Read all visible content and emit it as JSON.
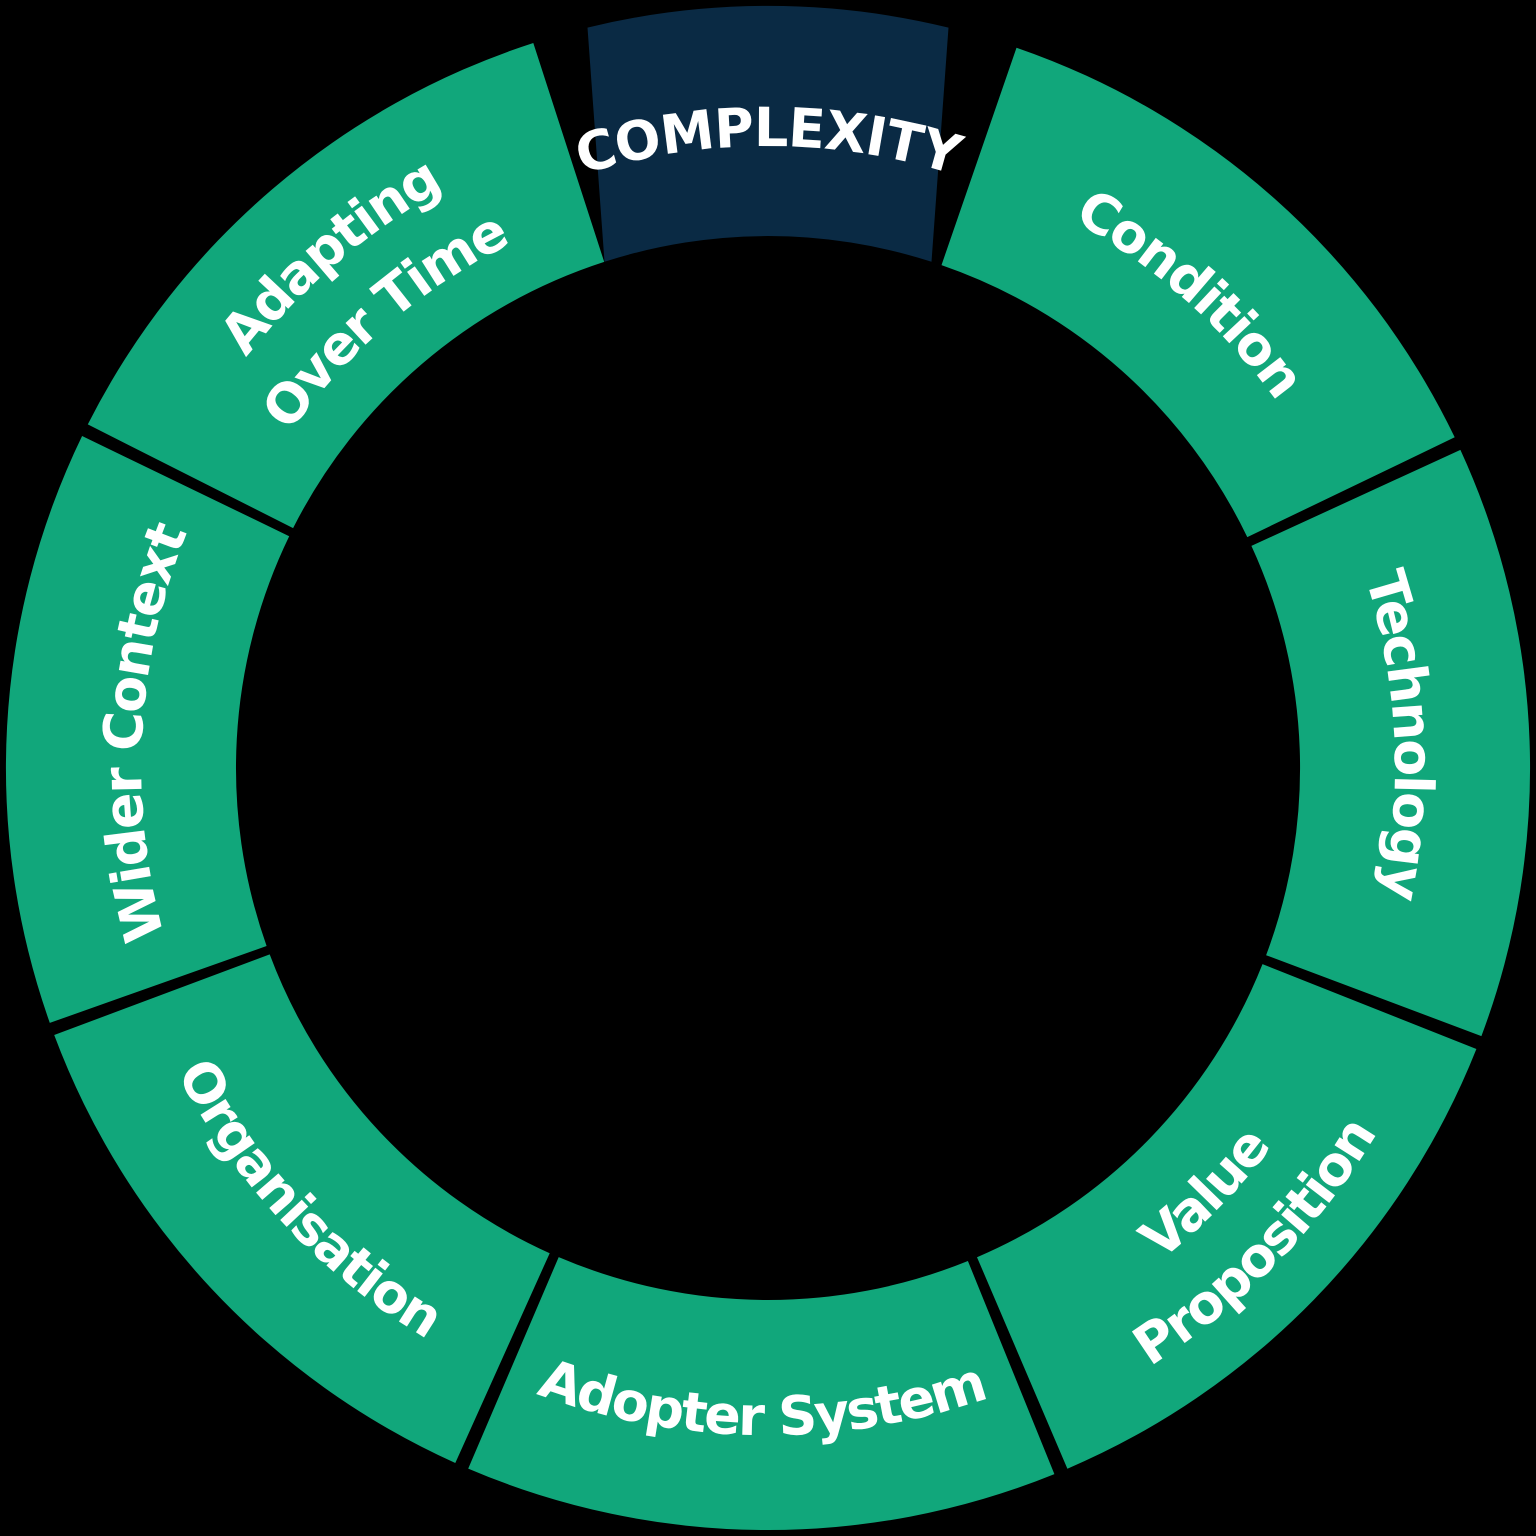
{
  "diagram": {
    "kind": "segmented-ring-wheel",
    "colors": {
      "background": "#000000",
      "segment_green": "#11A77B",
      "segment_highlight_navy": "#0A2A44",
      "label_text": "#FFFFFF",
      "divider": "#000000"
    },
    "segments": [
      {
        "name": "complexity",
        "label": "COMPLEXITY",
        "highlighted": true
      },
      {
        "name": "condition",
        "label": "Condition",
        "highlighted": false
      },
      {
        "name": "technology",
        "label": "Technology",
        "highlighted": false
      },
      {
        "name": "value-proposition",
        "label": "Value Proposition",
        "highlighted": false,
        "lines": [
          "Value",
          "Proposition"
        ]
      },
      {
        "name": "adopter-system",
        "label": "Adopter System",
        "highlighted": false
      },
      {
        "name": "organisation",
        "label": "Organisation",
        "highlighted": false
      },
      {
        "name": "wider-context",
        "label": "Wider Context",
        "highlighted": false
      },
      {
        "name": "adapting-over-time",
        "label": "Adapting Over Time",
        "highlighted": false,
        "lines": [
          "Adapting",
          "Over Time"
        ]
      }
    ]
  }
}
